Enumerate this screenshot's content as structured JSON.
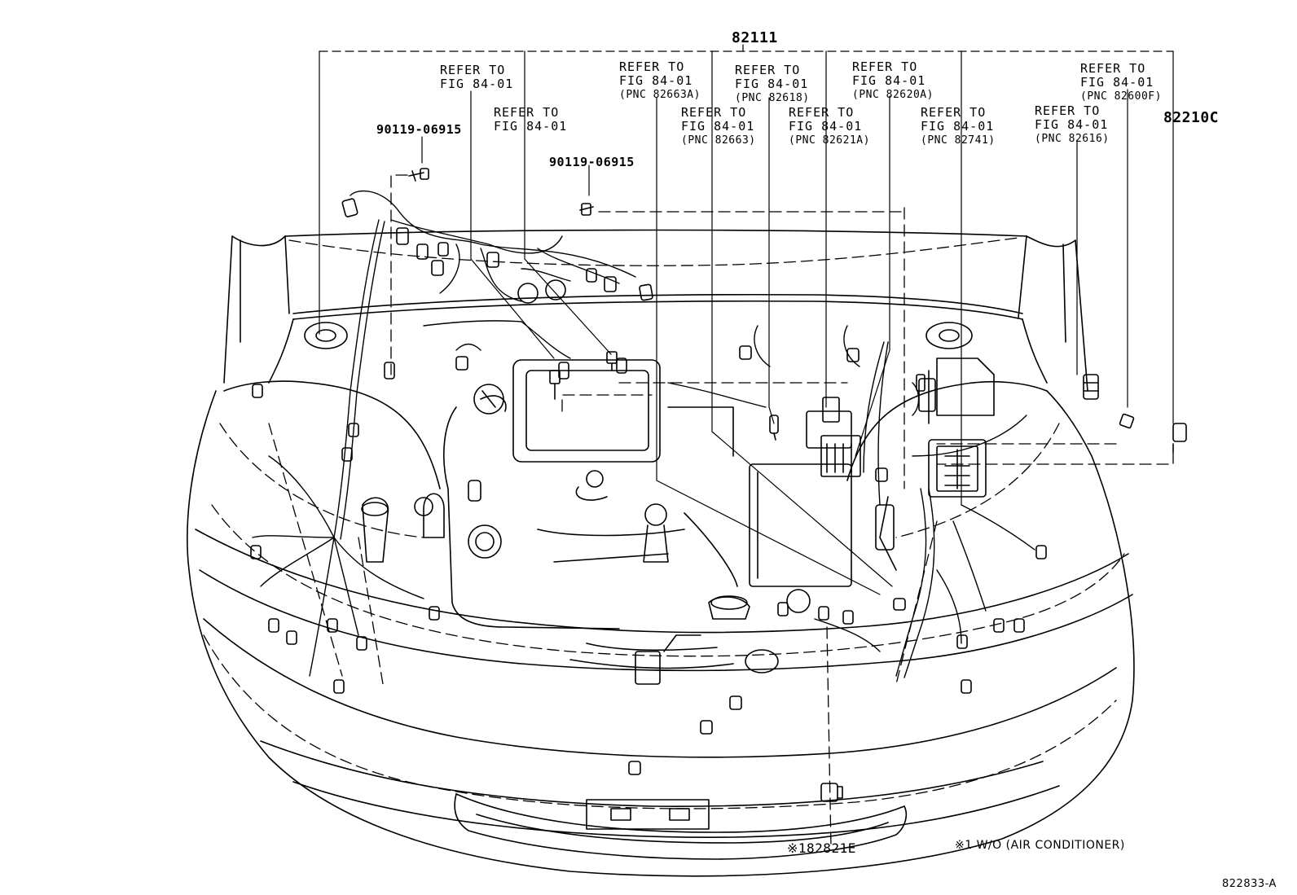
{
  "title_part": "82111",
  "right_part": "82210C",
  "bolt_1": "90119-06915",
  "bolt_2": "90119-06915",
  "bottom_part": "※182821E",
  "note": "※1  W/O (AIR CONDITIONER)",
  "ref_id": "822833-A",
  "refs": [
    {
      "line1": "REFER TO",
      "line2": "FIG 84-01",
      "line3": ""
    },
    {
      "line1": "REFER TO",
      "line2": "FIG 84-01",
      "line3": ""
    },
    {
      "line1": "REFER TO",
      "line2": "FIG 84-01",
      "line3": "(PNC 82663A)"
    },
    {
      "line1": "REFER TO",
      "line2": "FIG 84-01",
      "line3": "(PNC 82663)"
    },
    {
      "line1": "REFER TO",
      "line2": "FIG 84-01",
      "line3": "(PNC 82618)"
    },
    {
      "line1": "REFER TO",
      "line2": "FIG 84-01",
      "line3": "(PNC 82621A)"
    },
    {
      "line1": "REFER TO",
      "line2": "FIG 84-01",
      "line3": "(PNC 82620A)"
    },
    {
      "line1": "REFER TO",
      "line2": "FIG 84-01",
      "line3": "(PNC 82741)"
    },
    {
      "line1": "REFER TO",
      "line2": "FIG 84-01",
      "line3": "(PNC 82600F)"
    },
    {
      "line1": "REFER TO",
      "line2": "FIG 84-01",
      "line3": "(PNC 82616)"
    }
  ]
}
